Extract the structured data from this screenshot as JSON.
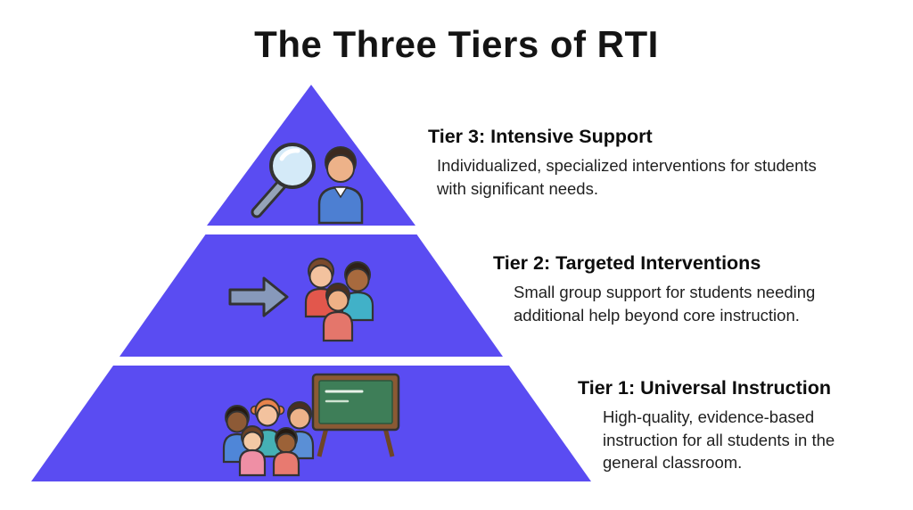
{
  "title": "The Three Tiers of RTI",
  "colors": {
    "pyramid": "#5a4cf2",
    "background": "#ffffff",
    "heading_text": "#0d0d0d",
    "body_text": "#1f1f1f",
    "chalkboard_green": "#3e7e58",
    "chalkboard_frame": "#8a5a34"
  },
  "tiers": [
    {
      "level": "Tier 3",
      "heading": "Tier 3: Intensive Support",
      "body": "Individualized, specialized interventions for students with significant needs.",
      "icon": "magnifier-student-icon"
    },
    {
      "level": "Tier 2",
      "heading": "Tier 2: Targeted Interventions",
      "body": "Small group support for students needing additional help beyond core instruction.",
      "icon": "arrow-group-icon"
    },
    {
      "level": "Tier 1",
      "heading": "Tier 1: Universal Instruction",
      "body": "High-quality, evidence-based instruction for all students in the general classroom.",
      "icon": "classroom-icon"
    }
  ]
}
